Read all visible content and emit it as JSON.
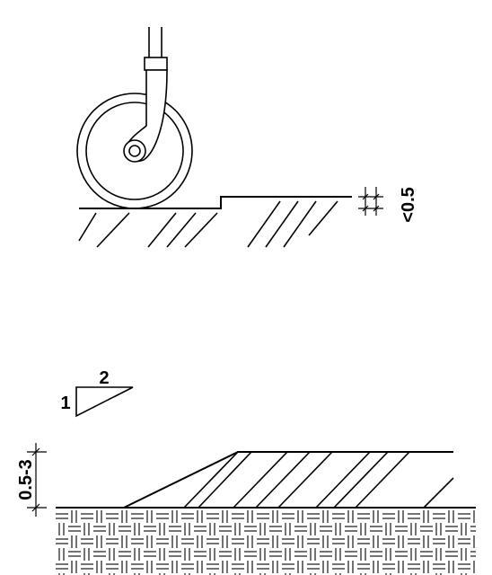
{
  "top_detail": {
    "threshold_label": "<0.5"
  },
  "bottom_detail": {
    "slope_rise_label": "1",
    "slope_run_label": "2",
    "ramp_height_label": "0.5-3"
  },
  "colors": {
    "line": "#000000",
    "background": "#ffffff"
  }
}
